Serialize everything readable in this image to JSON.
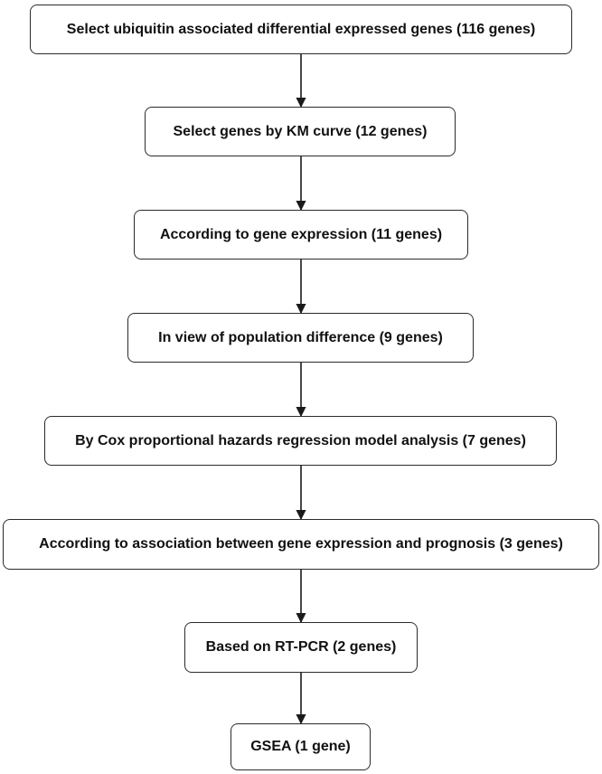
{
  "steps": [
    {
      "id": "step-1",
      "label": "Select ubiquitin associated differential expressed genes (116 genes)"
    },
    {
      "id": "step-2",
      "label": "Select genes by KM curve (12 genes)"
    },
    {
      "id": "step-3",
      "label": "According to gene expression (11 genes)"
    },
    {
      "id": "step-4",
      "label": "In view of population difference (9 genes)"
    },
    {
      "id": "step-5",
      "label": "By Cox proportional hazards regression model analysis (7 genes)"
    },
    {
      "id": "step-6",
      "label": "According to association between gene expression and prognosis (3 genes)"
    },
    {
      "id": "step-7",
      "label": "Based on RT-PCR (2 genes)"
    },
    {
      "id": "step-8",
      "label": "GSEA (1 gene)"
    }
  ],
  "colors": {
    "border": "#2b2b2b",
    "text": "#111111",
    "arrow": "#1a1a1a",
    "background": "#ffffff"
  }
}
